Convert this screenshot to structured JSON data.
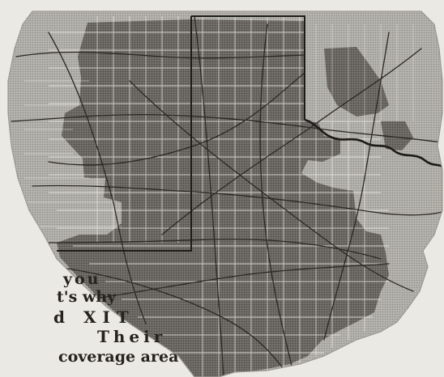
{
  "ad_copy": {
    "line_1": "you",
    "line_2": "t's why",
    "line_3": "d   XIT",
    "line_4": "Their",
    "line_5": "coverage area"
  },
  "map": {
    "colors": {
      "paper": "#ebe9e3",
      "halftone_light": "#a9a7a1",
      "halftone_dark": "#6a6864",
      "county_line": "#f4f2ec",
      "road": "#2b2825",
      "border": "#1d1b18"
    }
  }
}
